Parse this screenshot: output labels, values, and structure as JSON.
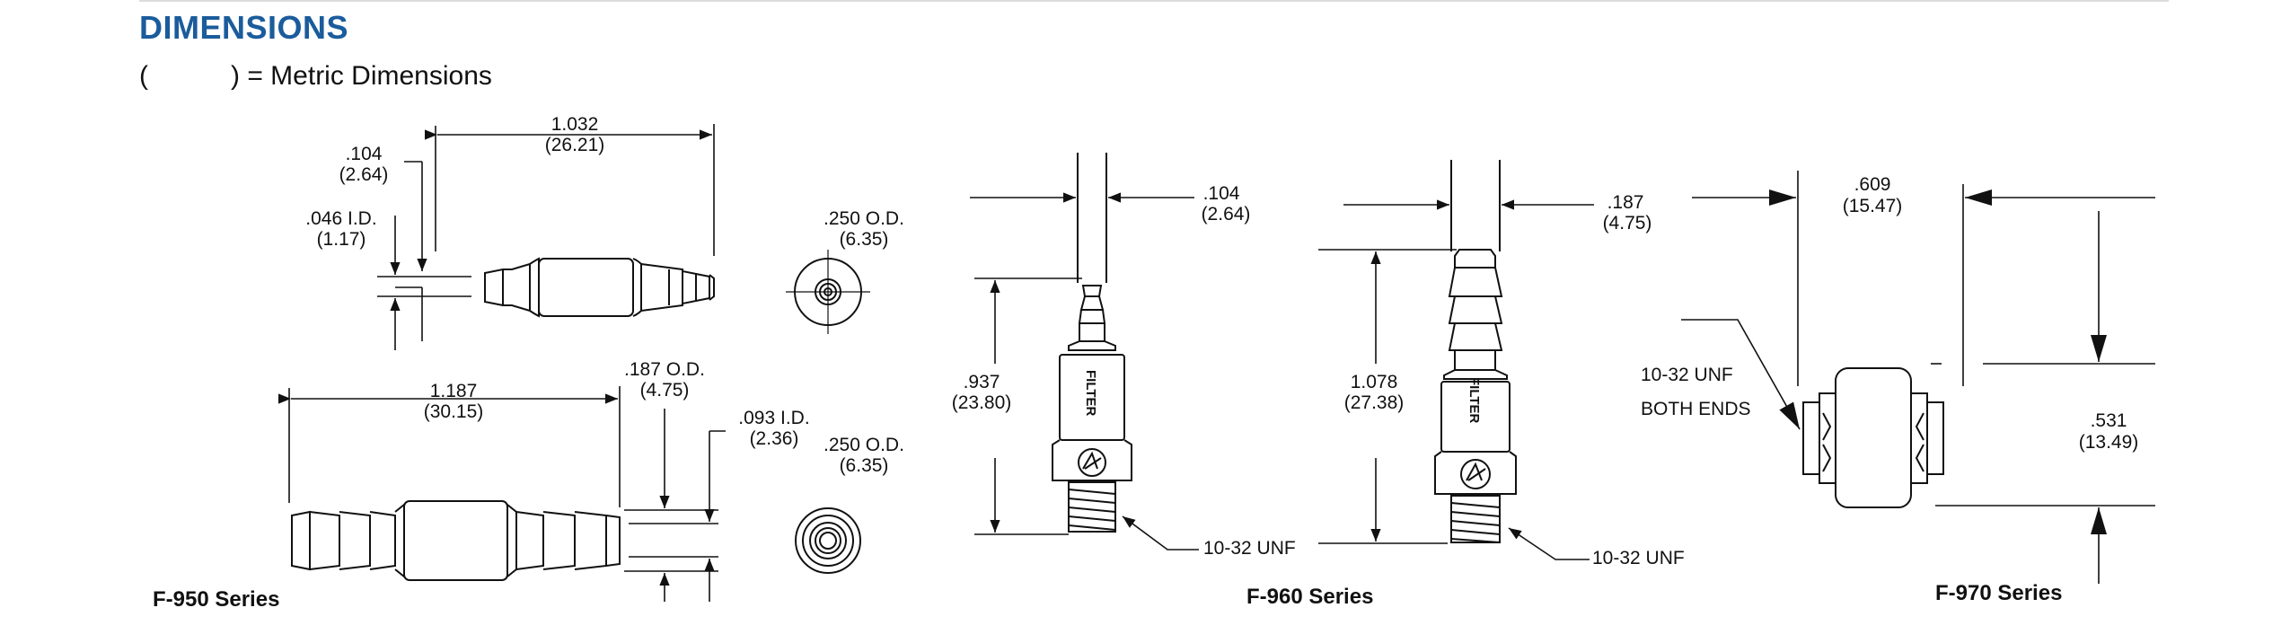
{
  "header": {
    "title": "DIMENSIONS",
    "legend_open": "(",
    "legend_close": ") = Metric Dimensions"
  },
  "f950": {
    "series_label": "F-950 Series",
    "top": {
      "overall_length": [
        "1.032",
        "(26.21)"
      ],
      "tip_od": [
        ".104",
        "(2.64)"
      ],
      "id": [
        ".046 I.D.",
        "(1.17)"
      ],
      "end_od": [
        ".250 O.D.",
        "(6.35)"
      ]
    },
    "bottom": {
      "overall_length": [
        "1.187",
        "(30.15)"
      ],
      "barb_od": [
        ".187 O.D.",
        "(4.75)"
      ],
      "id": [
        ".093 I.D.",
        "(2.36)"
      ],
      "end_od": [
        ".250 O.D.",
        "(6.35)"
      ]
    }
  },
  "f960": {
    "series_label": "F-960 Series",
    "left": {
      "tip_od": [
        ".104",
        "(2.64)"
      ],
      "length": [
        ".937",
        "(23.80)"
      ],
      "thread": "10-32 UNF",
      "body_text": "FILTER"
    },
    "right": {
      "tip_od": [
        ".187",
        "(4.75)"
      ],
      "length": [
        "1.078",
        "(27.38)"
      ],
      "thread": "10-32 UNF",
      "body_text": "FILTER"
    }
  },
  "f970": {
    "series_label": "F-970 Series",
    "width": [
      ".609",
      "(15.47)"
    ],
    "height": [
      ".531",
      "(13.49)"
    ],
    "thread_note": [
      "10-32 UNF",
      "BOTH ENDS"
    ]
  },
  "colors": {
    "title": "#1b5c9c",
    "line": "#111111"
  }
}
